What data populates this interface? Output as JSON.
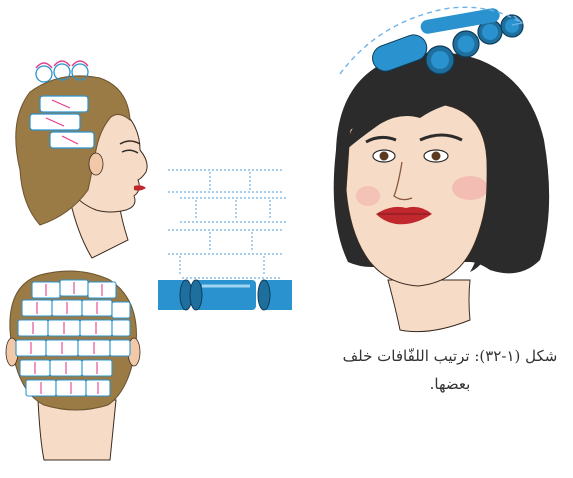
{
  "caption": {
    "line1": "شكل (١-٣٢): ترتيب اللفّافات خلف",
    "line2": "بعضها."
  },
  "colors": {
    "hair_light": "#9a7a45",
    "hair_dark": "#2b2b2b",
    "skin": "#f6dcc6",
    "roller_blue": "#2a93cf",
    "roller_dark": "#1f6f9e",
    "arrow_pink": "#e43c8c",
    "guide_blue": "#6fb2e6",
    "lips": "#c0282e"
  },
  "icons": [
    "side-profile-head",
    "back-of-head",
    "roller-placement-grid",
    "woman-with-rollers"
  ]
}
